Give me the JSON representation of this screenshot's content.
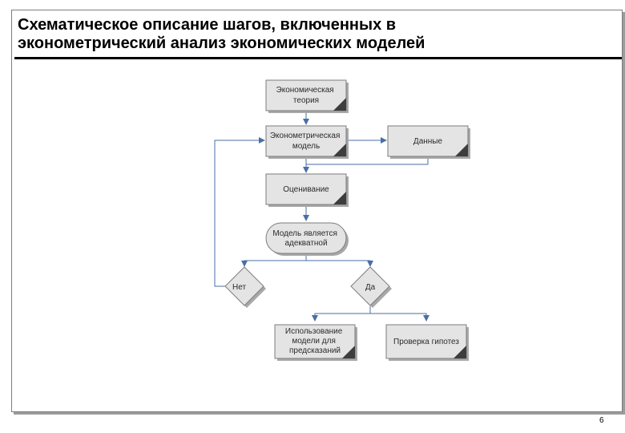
{
  "slide": {
    "title_line1": "Схематическое описание шагов, включенных в",
    "title_line2": "эконометрический анализ экономических моделей",
    "page_number": "6"
  },
  "diagram": {
    "nodes": {
      "theory": [
        "Экономическая",
        "теория"
      ],
      "model": [
        "Эконометрическая",
        "модель"
      ],
      "data": [
        "Данные"
      ],
      "estimation": [
        "Оценивание"
      ],
      "adequate": [
        "Модель является",
        "адекватной"
      ],
      "no": [
        "Нет"
      ],
      "yes": [
        "Да"
      ],
      "forecast": [
        "Использование",
        "модели для",
        "предсказаний"
      ],
      "hypothesis": [
        "Проверка гипотез"
      ]
    },
    "colors": {
      "box_fill": "#e4e4e4",
      "box_border": "#7d7d7d",
      "shadow": "#a8a8a8",
      "connector": "#4a6fa5"
    }
  }
}
